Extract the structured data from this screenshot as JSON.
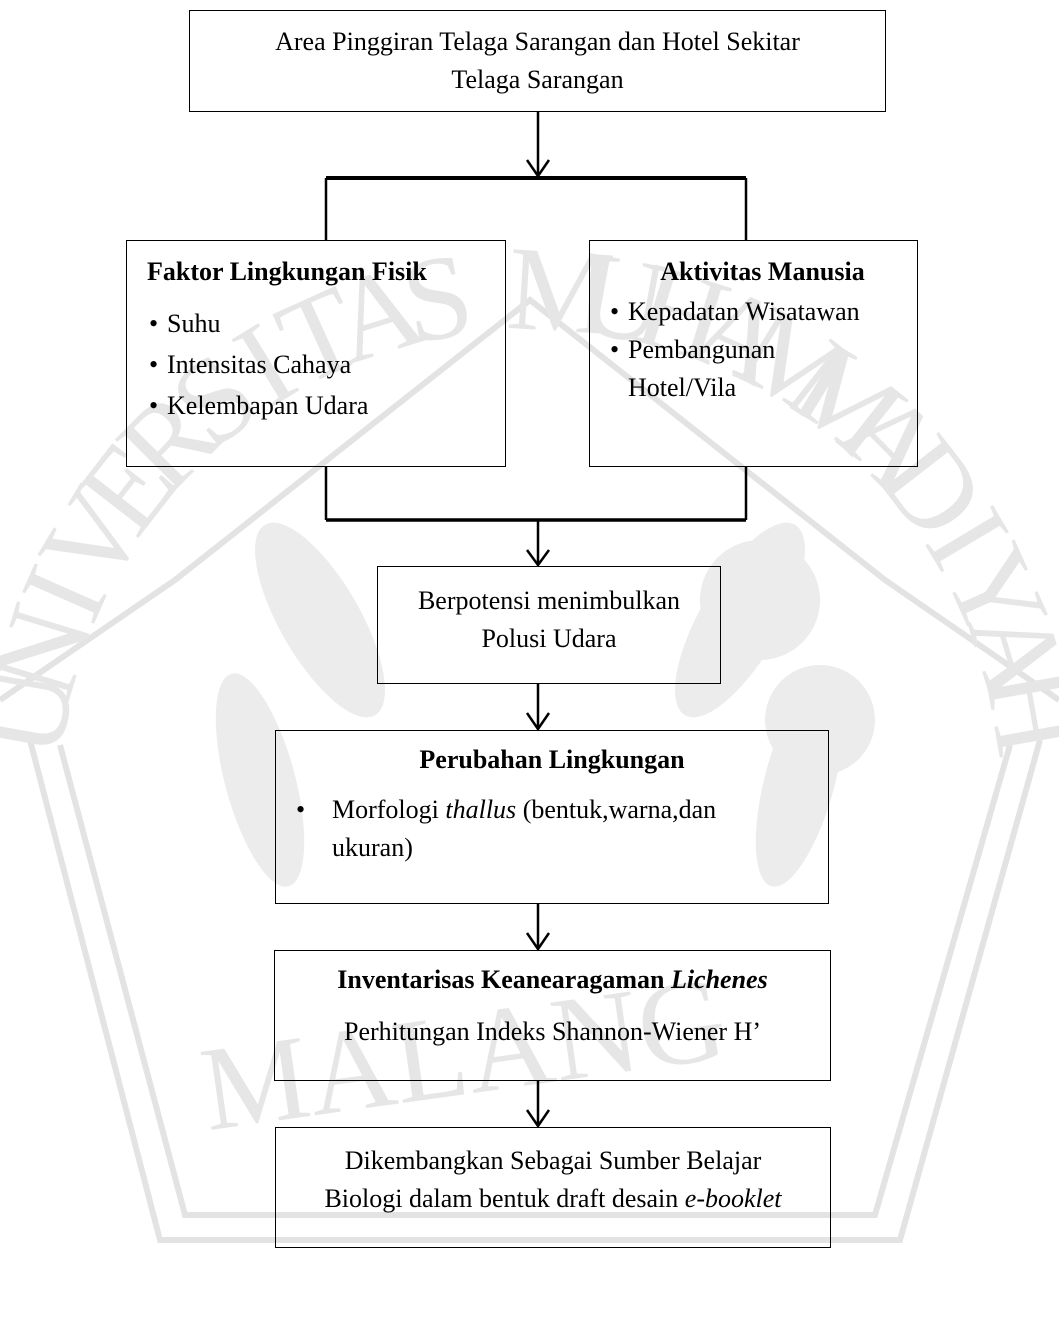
{
  "watermark": {
    "letters": [
      "U",
      "N",
      "I",
      "V",
      "E",
      "R",
      "S",
      "I",
      "T",
      "A",
      "S",
      " ",
      "M",
      "U",
      "H",
      "A",
      "M",
      "M",
      "A",
      "D",
      "I",
      "Y",
      "A",
      "H"
    ],
    "bottom_text": "MALANG"
  },
  "box_top": {
    "line1": "Area Pinggiran Telaga Sarangan dan Hotel Sekitar",
    "line2": "Telaga Sarangan"
  },
  "box_physical": {
    "title": "Faktor Lingkungan Fisik",
    "items": [
      "Suhu",
      "Intensitas Cahaya",
      "Kelembapan Udara"
    ]
  },
  "box_human": {
    "title": "Aktivitas Manusia",
    "items": [
      "Kepadatan Wisatawan",
      "Pembangunan",
      "Hotel/Vila"
    ]
  },
  "box_pollution": {
    "line1": "Berpotensi menimbulkan",
    "line2": "Polusi Udara"
  },
  "box_change": {
    "title": "Perubahan Lingkungan",
    "bullet_text": "Morfologi",
    "bullet_italic": "thallus",
    "bullet_rest": "(bentuk,warna,dan",
    "bullet_line2": "ukuran)"
  },
  "box_inventory": {
    "title_prefix": "Inventarisas Keanearagaman",
    "title_italic": "Lichenes",
    "subtitle": "Perhitungan Indeks Shannon-Wiener H’"
  },
  "box_develop": {
    "line1": "Dikembangkan Sebagai Sumber Belajar",
    "line2_prefix": "Biologi dalam bentuk draft desain",
    "line2_italic": "e-booklet"
  }
}
